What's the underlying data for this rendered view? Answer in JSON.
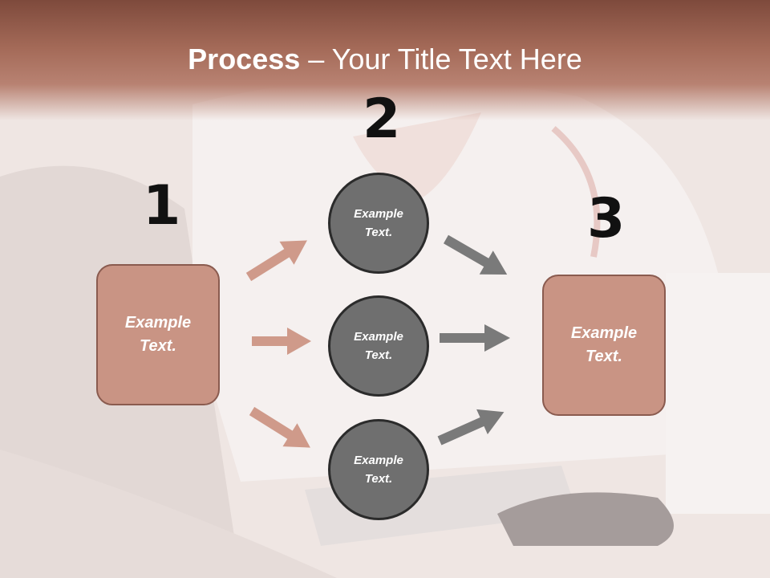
{
  "title": {
    "bold": "Process",
    "rest": " – Your Title Text Here"
  },
  "steps": [
    {
      "number": "1",
      "text": "Example\nText."
    },
    {
      "number": "2",
      "text": "Example\nText."
    },
    {
      "number": "3",
      "text": "Example\nText."
    }
  ],
  "circles": [
    {
      "text": "Example\nText."
    },
    {
      "text": "Example\nText."
    },
    {
      "text": "Example\nText."
    }
  ],
  "colors": {
    "header": "#a46a58",
    "box_fill": "#c99484",
    "box_border": "#8a5b4f",
    "circle_fill": "#6f6f6f",
    "left_arrows": "#cf9a8a",
    "right_arrows": "#7a7a7a"
  }
}
